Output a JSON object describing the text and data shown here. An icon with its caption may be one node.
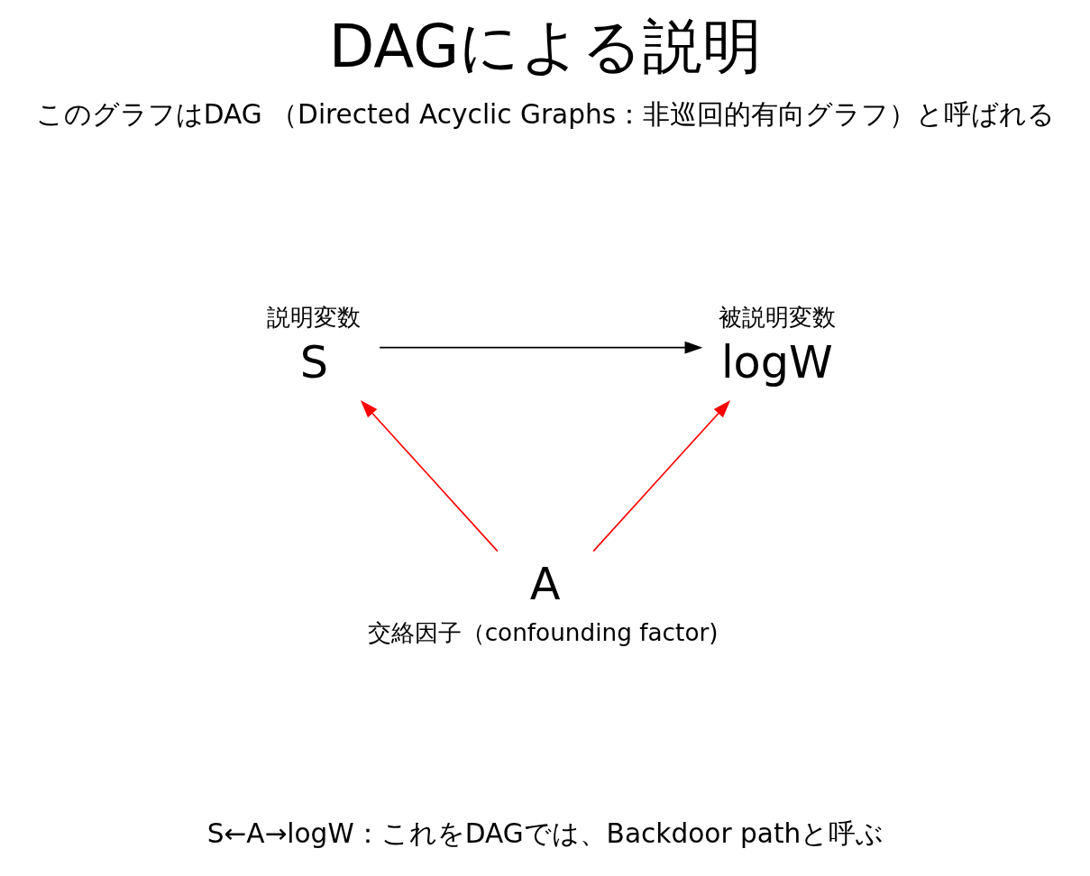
{
  "diagram": {
    "title": "DAGによる説明",
    "nodes": [
      {
        "text": [
          "S"
        ],
        "beside": [
          "説明変数"
        ]
      },
      {
        "text": [
          "logW"
        ],
        "beside": [
          "被説明変数"
        ]
      },
      {
        "text": [
          "A"
        ],
        "beside": [
          "交絡因子（confounding factor)"
        ]
      }
    ],
    "edges": [
      {
        "from": 0,
        "to": 1,
        "arrow": "to",
        "color": "#000000"
      },
      {
        "from": 2,
        "to": 0,
        "arrow": "to",
        "color": "#ff0000"
      },
      {
        "from": 2,
        "to": 1,
        "arrow": "to",
        "color": "#ff0000"
      }
    ],
    "labels": [
      "このグラフはDAG （Directed Acyclic Graphs：非巡回的有向グラフ）と呼ばれる",
      "S←A→logW：これをDAGでは、Backdoor pathと呼ぶ"
    ]
  }
}
